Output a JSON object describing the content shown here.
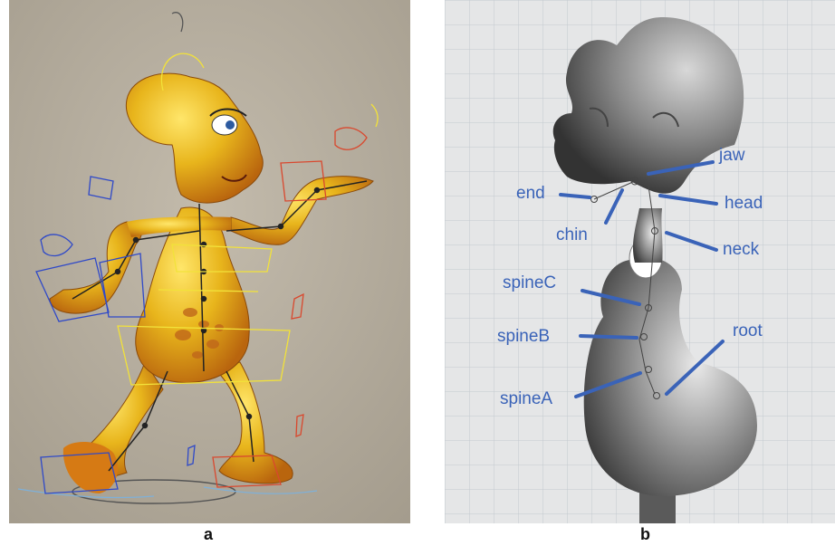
{
  "figure": {
    "panel_a": {
      "caption": "a"
    },
    "panel_b": {
      "caption": "b",
      "joint_labels": {
        "jaw": "jaw",
        "end": "end",
        "head": "head",
        "chin": "chin",
        "neck": "neck",
        "spineC": "spineC",
        "spineB": "spineB",
        "root": "root",
        "spineA": "spineA"
      }
    }
  },
  "colors": {
    "label_blue": "#3a63b8",
    "character_yellow": "#e8b51c",
    "controls_blue": "#2f49c8",
    "controls_red": "#d9482e",
    "controls_yellow": "#f2e23a",
    "grid_line": "#c4c9cf"
  }
}
